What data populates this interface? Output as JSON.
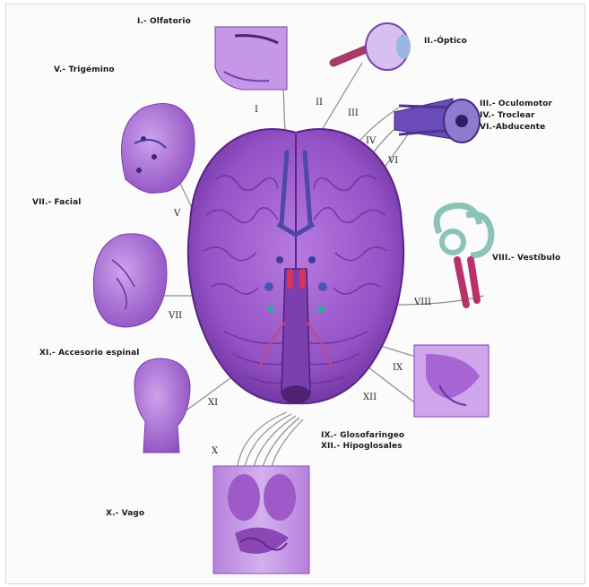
{
  "nerve_labels": {
    "olfatorio": "I.- Olfatorio",
    "optico": "II.-Óptico",
    "trigemino": "V.- Trigémino",
    "oculomotor": "III.- Oculomotor",
    "troclear": "IV.- Troclear",
    "abducente": "VI.-Abducente",
    "facial": "VII.- Facial",
    "vestibulo": "VIII.- Vestíbulo",
    "accesorio": "XI.- Accesorio espinal",
    "glosofaringeo": "IX.- Glosofaringeo",
    "hipoglosales": "XII.- Hipoglosales",
    "vago": "X.- Vago"
  },
  "roman_numerals": {
    "I": "I",
    "II": "II",
    "III": "III",
    "IV": "IV",
    "V": "V",
    "VI": "VI",
    "VII": "VII",
    "VIII": "VIII",
    "IX": "IX",
    "X": "X",
    "XI": "XI",
    "XII": "XII"
  },
  "colors": {
    "brain_fill": "#9b55c9",
    "brain_dark": "#6c2f9a",
    "nerve_line": "#8a8a8a",
    "organ_fill": "#a866d2",
    "text": "#1a1a1a"
  }
}
